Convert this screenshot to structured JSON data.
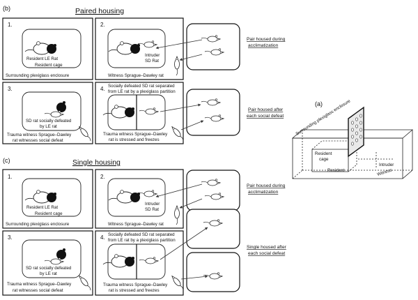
{
  "section_b": {
    "label": "(b)",
    "title": "Paired housing",
    "p1": {
      "num": "1.",
      "resident": "Resident LE Rat",
      "cage": "Resident cage",
      "enclosure": "Surrounding plexiglass enclosure"
    },
    "p2": {
      "num": "2.",
      "intruder_1": "Intruder",
      "intruder_2": "SD Rat",
      "witness": "Witness Sprague–Dawley rat"
    },
    "p3": {
      "num": "3.",
      "defeated_1": "SD rat socially defeated",
      "defeated_2": "by LE rat",
      "trauma_1": "Trauma witness Sprague–Dawley",
      "trauma_2": "rat witnesses social defeat"
    },
    "p4": {
      "num": "4.",
      "sep_1": "Socially defeated SD rat separated",
      "sep_2": "from LE rat by a plexiglass partition",
      "stress_1": "Trauma witness Sprague–Dawley",
      "stress_2": "rat is stressed and freezes"
    },
    "side_1": [
      "Pair housed during",
      "acclimatization"
    ],
    "side_2": [
      "Pair housed after",
      "each social defeat"
    ]
  },
  "section_c": {
    "label": "(c)",
    "title": "Single housing",
    "p1": {
      "num": "1.",
      "resident": "Resident LE Rat",
      "cage": "Resident cage",
      "enclosure": "Surrounding plexiglass enclosure"
    },
    "p2": {
      "num": "2.",
      "intruder_1": "Intruder",
      "intruder_2": "SD Rat",
      "witness": "Witness Sprague–Dawley rat"
    },
    "p3": {
      "num": "3.",
      "defeated_1": "SD rat socially defeated",
      "defeated_2": "by LE rat",
      "trauma_1": "Trauma witness Sprague–Dawley",
      "trauma_2": "rat witnesses social defeat"
    },
    "p4": {
      "num": "4.",
      "sep_1": "Socially defeated SD rat separated",
      "sep_2": "from LE rat by a plexiglass partition",
      "stress_1": "Trauma witness Sprague–Dawley",
      "stress_2": "rat is stressed and freezes"
    },
    "side_1": [
      "Pair housed during",
      "acclimatization"
    ],
    "side_2": [
      "Single housed after",
      "each social defeat"
    ]
  },
  "section_a": {
    "label": "(a)",
    "enclosure": "Surrounding plexiglass enclosure",
    "resident_cage_1": "Resident",
    "resident_cage_2": "cage",
    "resident": "Resident",
    "intruder": "Intruder",
    "witness": "Witness"
  }
}
